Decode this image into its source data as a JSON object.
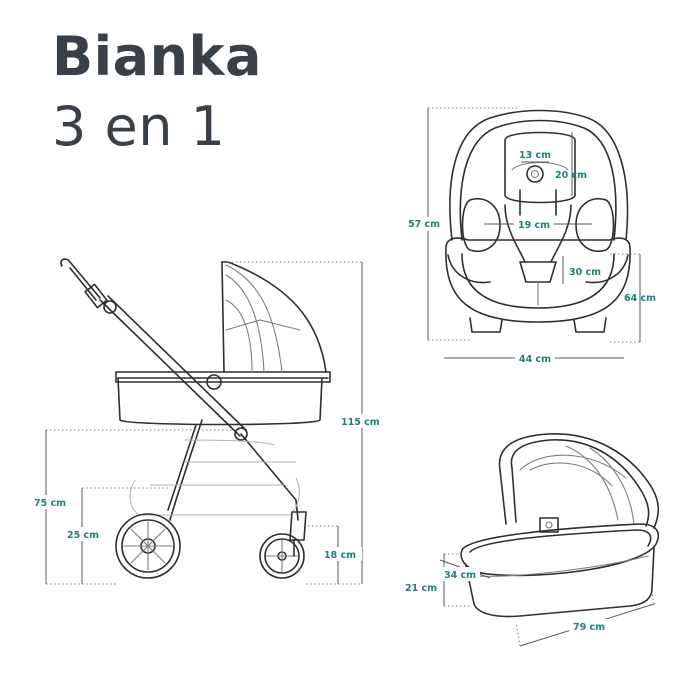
{
  "title": {
    "line1": "Bianka",
    "line2": "3 en 1"
  },
  "colors": {
    "title": "#3a4048",
    "label": "#1f7f79",
    "line": "#2c2f33"
  },
  "car_seat": {
    "height_label": "57 cm",
    "headrest_width_label": "13 cm",
    "headrest_height_label": "20 cm",
    "shoulder_width_label": "19 cm",
    "seat_depth_label": "30 cm",
    "base_height_label": "64 cm",
    "width_label": "44 cm"
  },
  "stroller": {
    "total_height_label": "115 cm",
    "seat_height_label": "75 cm",
    "frame_height_label": "25 cm",
    "wheel_label": "18 cm"
  },
  "carrycot": {
    "height_label": "21 cm",
    "inner_width_label": "34 cm",
    "length_label": "79 cm"
  }
}
